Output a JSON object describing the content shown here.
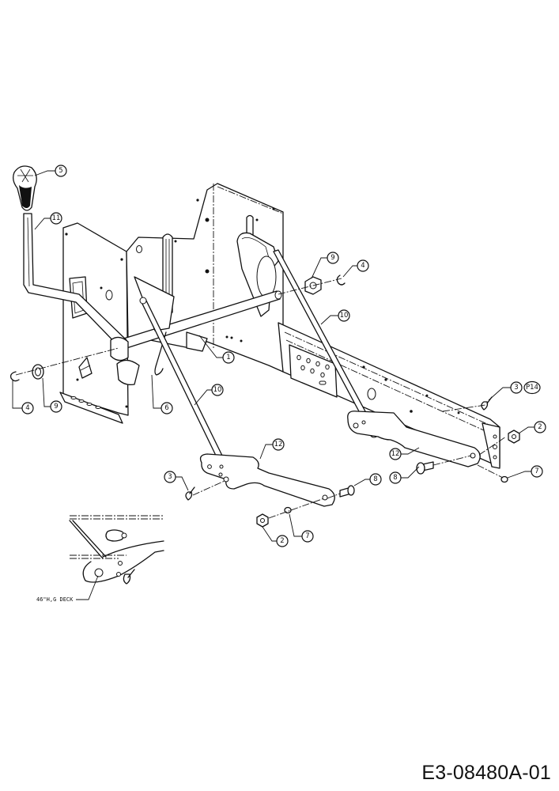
{
  "diagram": {
    "type": "exploded-parts-diagram",
    "subject": "lift lever assembly and deck lift linkage",
    "drawing_number": "E3-08480A-01",
    "inset_label": "46\"H,G DECK",
    "callouts": [
      {
        "id": "c5",
        "label": "5",
        "part": "lift-lever-grip"
      },
      {
        "id": "c11",
        "label": "11",
        "part": "lift-lever"
      },
      {
        "id": "c9a",
        "label": "9",
        "part": "flange-bushing-right"
      },
      {
        "id": "c4a",
        "label": "4",
        "part": "retaining-clip-right"
      },
      {
        "id": "c10a",
        "label": "10",
        "part": "lift-link-right"
      },
      {
        "id": "c1",
        "label": "1",
        "part": "lift-shaft"
      },
      {
        "id": "c4b",
        "label": "4",
        "part": "retaining-clip-left"
      },
      {
        "id": "c9b",
        "label": "9",
        "part": "flange-bushing-left"
      },
      {
        "id": "c6",
        "label": "6",
        "part": "spring-hook"
      },
      {
        "id": "c10b",
        "label": "10",
        "part": "lift-link-left"
      },
      {
        "id": "c3a",
        "label": "3",
        "part": "bow-tie-clip-right"
      },
      {
        "id": "cP14",
        "label": "P14",
        "part": "page-reference"
      },
      {
        "id": "c2a",
        "label": "2",
        "part": "hex-nut-right"
      },
      {
        "id": "c12a",
        "label": "12",
        "part": "deck-hanger-bracket-right"
      },
      {
        "id": "c8a",
        "label": "8",
        "part": "shoulder-bolt-right"
      },
      {
        "id": "c7a",
        "label": "7",
        "part": "washer-right"
      },
      {
        "id": "c12b",
        "label": "12",
        "part": "deck-hanger-bracket-left"
      },
      {
        "id": "c3b",
        "label": "3",
        "part": "bow-tie-clip-left"
      },
      {
        "id": "c8b",
        "label": "8",
        "part": "shoulder-bolt-left"
      },
      {
        "id": "c2b",
        "label": "2",
        "part": "hex-nut-left"
      },
      {
        "id": "c7b",
        "label": "7",
        "part": "washer-left"
      }
    ]
  }
}
